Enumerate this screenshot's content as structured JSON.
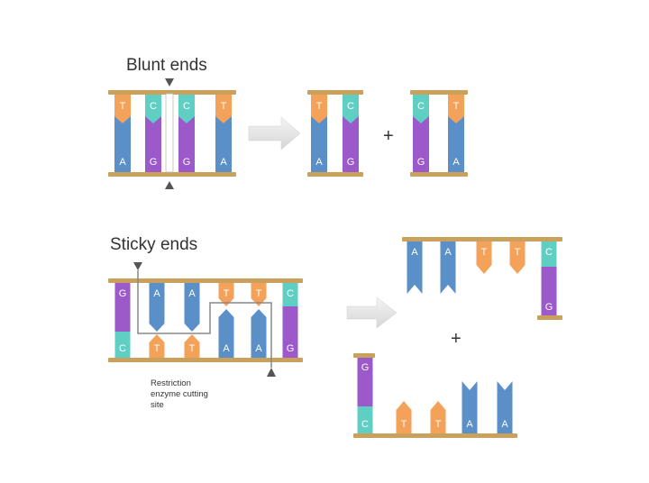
{
  "blunt": {
    "title": "Blunt ends",
    "input": {
      "top": [
        "T",
        "C",
        "C",
        "T"
      ],
      "bottom": [
        "A",
        "G",
        "G",
        "A"
      ]
    },
    "left_fragment": {
      "top": [
        "T",
        "C"
      ],
      "bottom": [
        "A",
        "G"
      ]
    },
    "right_fragment": {
      "top": [
        "C",
        "T"
      ],
      "bottom": [
        "G",
        "A"
      ]
    },
    "plus": "+"
  },
  "sticky": {
    "title": "Sticky ends",
    "input": {
      "top": [
        "G",
        "A",
        "A",
        "T",
        "T",
        "C"
      ],
      "bottom": [
        "C",
        "T",
        "T",
        "A",
        "A",
        "G"
      ]
    },
    "top_fragment": {
      "top": [
        "A",
        "A",
        "T",
        "T",
        "C"
      ],
      "bottom": [
        "G"
      ]
    },
    "bottom_fragment": {
      "top": [
        "G"
      ],
      "bottom": [
        "C",
        "T",
        "T",
        "A",
        "A"
      ]
    },
    "plus": "+",
    "cut_label": [
      "Restriction",
      "enzyme cutting",
      "site"
    ]
  },
  "colors": {
    "A": "#5b8fc7",
    "T": "#f4a259",
    "G": "#9b59c9",
    "C": "#5fcfc4",
    "rail": "#c9a15c",
    "arrow": "#e6e6e6",
    "marker": "#555555"
  }
}
